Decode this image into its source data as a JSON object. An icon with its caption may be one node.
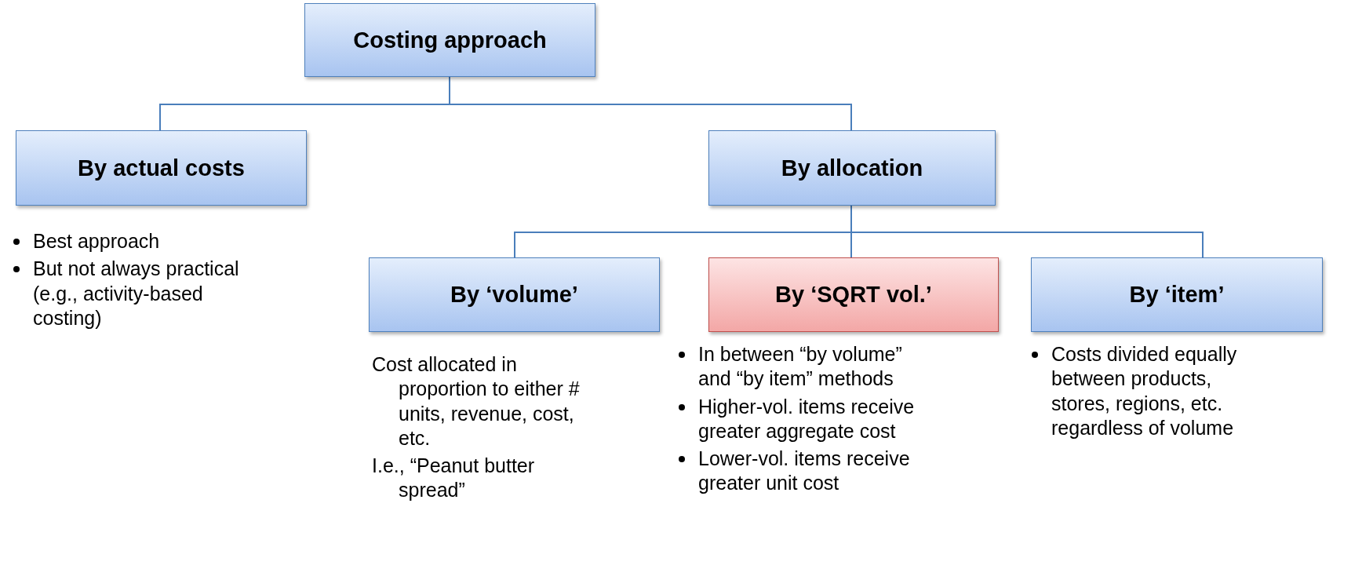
{
  "diagram": {
    "nodes": [
      {
        "text": [
          "Costing approach"
        ]
      },
      {
        "text": [
          "By actual costs"
        ],
        "beside": [
          "Best approach",
          "But not always practical (e.g., activity-based costing)"
        ]
      },
      {
        "text": [
          "By allocation"
        ]
      },
      {
        "text": [
          "By ‘volume’"
        ],
        "beside": [
          "Cost allocated in proportion to either # units, revenue, cost, etc.",
          "I.e., “Peanut butter spread”"
        ]
      },
      {
        "text": [
          "By ‘SQRT vol.’"
        ],
        "beside": [
          "In between “by volume” and “by item” methods",
          "Higher-vol. items receive greater aggregate cost",
          "Lower-vol. items receive greater unit cost"
        ]
      },
      {
        "text": [
          "By ‘item’"
        ],
        "beside": [
          "Costs divided equally between products, stores, regions, etc. regardless of volume"
        ]
      }
    ],
    "edges": [
      {
        "from": 0,
        "to": 1,
        "arrow": "none"
      },
      {
        "from": 0,
        "to": 2,
        "arrow": "none"
      },
      {
        "from": 2,
        "to": 3,
        "arrow": "none"
      },
      {
        "from": 2,
        "to": 4,
        "arrow": "none"
      },
      {
        "from": 2,
        "to": 5,
        "arrow": "none",
        "color": "#4a7ebb"
      }
    ]
  }
}
